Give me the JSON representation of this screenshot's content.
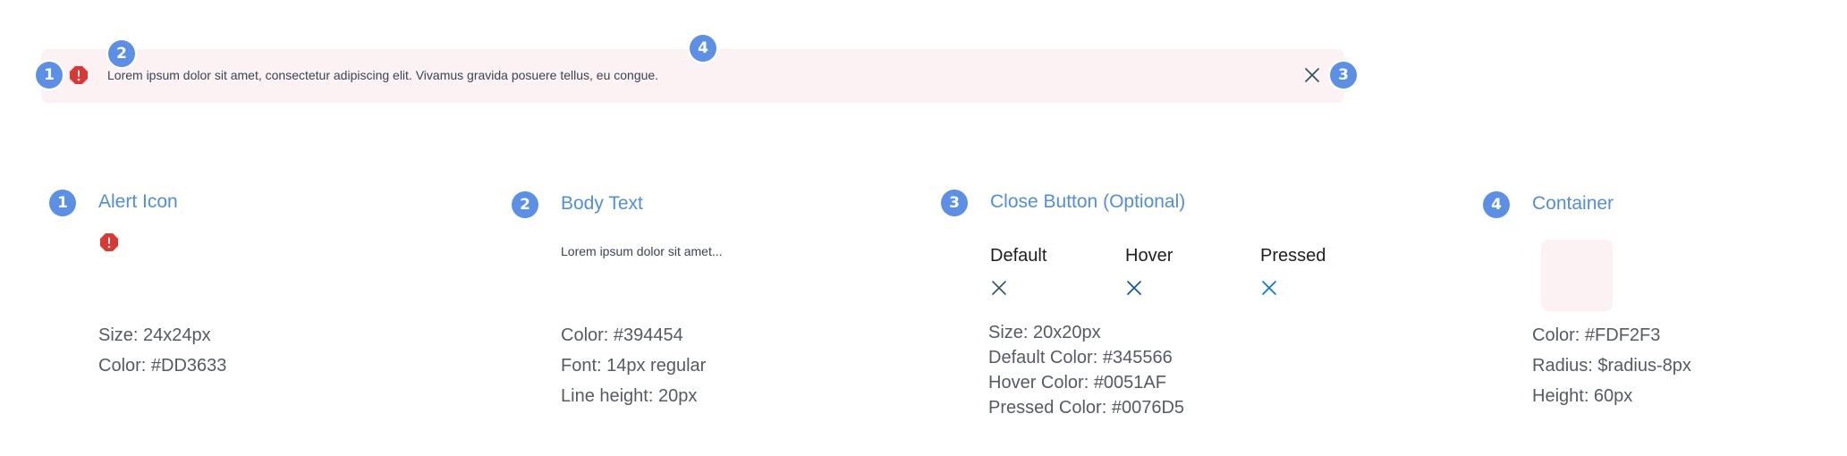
{
  "alert": {
    "body_text": "Lorem ipsum dolor sit amet, consectetur adipiscing elit. Vivamus gravida posuere tellus, eu congue.",
    "icon": "alert-octagon-icon",
    "close_icon": "close-icon"
  },
  "markers": {
    "m1": "1",
    "m2": "2",
    "m3": "3",
    "m4": "4"
  },
  "sections": {
    "alert_icon": {
      "number": "1",
      "title": "Alert Icon",
      "specs": [
        "Size: 24x24px",
        "Color: #DD3633"
      ]
    },
    "body_text": {
      "number": "2",
      "title": "Body Text",
      "sample": "Lorem ipsum dolor sit amet...",
      "specs": [
        "Color: #394454",
        "Font: 14px regular",
        "Line height: 20px"
      ]
    },
    "close_button": {
      "number": "3",
      "title": "Close Button (Optional)",
      "states": [
        "Default",
        "Hover",
        "Pressed"
      ],
      "specs": [
        "Size: 20x20px",
        "Default Color: #345566",
        "Hover Color: #0051AF",
        "Pressed Color: #0076D5"
      ]
    },
    "container": {
      "number": "4",
      "title": "Container",
      "specs": [
        "Color: #FDF2F3",
        "Radius: $radius-8px",
        "Height: 60px"
      ]
    }
  },
  "colors": {
    "alert_icon": "#DD3633",
    "body_text": "#394454",
    "close_default": "#345566",
    "close_hover": "#0051AF",
    "close_pressed": "#0076D5",
    "container": "#FDF2F3",
    "marker": "#5b8fe8"
  }
}
